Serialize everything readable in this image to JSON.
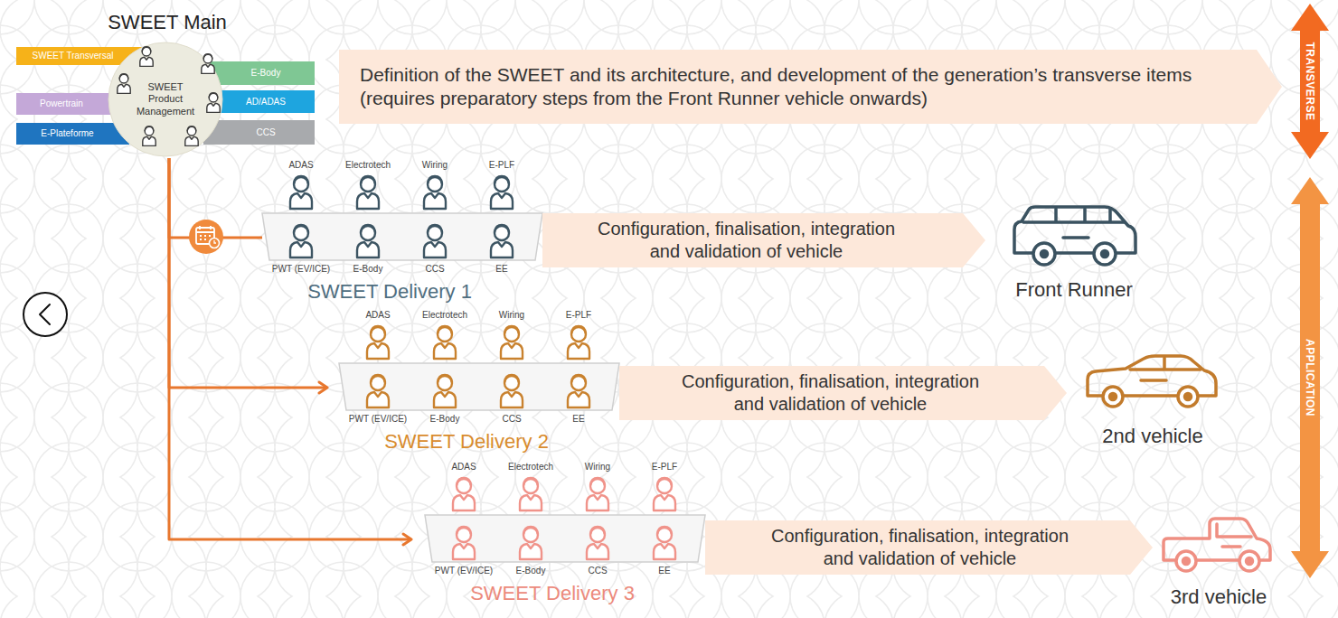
{
  "diagram": {
    "nodes": [
      {
        "text": [
          "SWEET Main",
          "SWEET Product Management"
        ]
      },
      {
        "text": [
          "SWEET Transversal"
        ]
      },
      {
        "text": [
          "E-Body"
        ]
      },
      {
        "text": [
          "Powertrain"
        ]
      },
      {
        "text": [
          "AD/ADAS"
        ]
      },
      {
        "text": [
          "E-Plateforme"
        ]
      },
      {
        "text": [
          "CCS"
        ]
      },
      {
        "text": [
          "Definition of the SWEET and its architecture, and development of the generation’s transverse items (requires preparatory steps from the Front Runner vehicle onwards)"
        ]
      },
      {
        "text": [
          "TRANSVERSE"
        ]
      },
      {
        "text": [
          "SWEET Delivery 1"
        ]
      },
      {
        "text": [
          "Configuration, finalisation, integration and validation of vehicle"
        ]
      },
      {
        "text": [
          "APPLICATION"
        ]
      },
      {
        "text": [
          "SWEET Delivery 2"
        ]
      },
      {
        "text": [
          "Configuration, finalisation, integration and validation of vehicle"
        ]
      },
      {
        "text": [
          "SWEET Delivery 3"
        ]
      },
      {
        "text": [
          "Configuration, finalisation, integration and validation of vehicle"
        ]
      }
    ],
    "edges": [
      {
        "from": 0,
        "to": 9,
        "arrow": "none"
      },
      {
        "from": 0,
        "to": 12,
        "arrow": "to"
      },
      {
        "from": 0,
        "to": 14,
        "arrow": "to"
      }
    ],
    "labels": [
      "ADAS",
      "Electrotech",
      "Wiring",
      "E-PLF",
      "PWT (EV/ICE)",
      "E-Body",
      "CCS",
      "EE",
      "Front Runner",
      "ADAS",
      "Electrotech",
      "Wiring",
      "E-PLF",
      "PWT (EV/ICE)",
      "E-Body",
      "CCS",
      "EE",
      "2nd vehicle",
      "ADAS",
      "Electrotech",
      "Wiring",
      "E-PLF",
      "PWT (EV/ICE)",
      "E-Body",
      "CCS",
      "EE",
      "3rd vehicle"
    ]
  }
}
